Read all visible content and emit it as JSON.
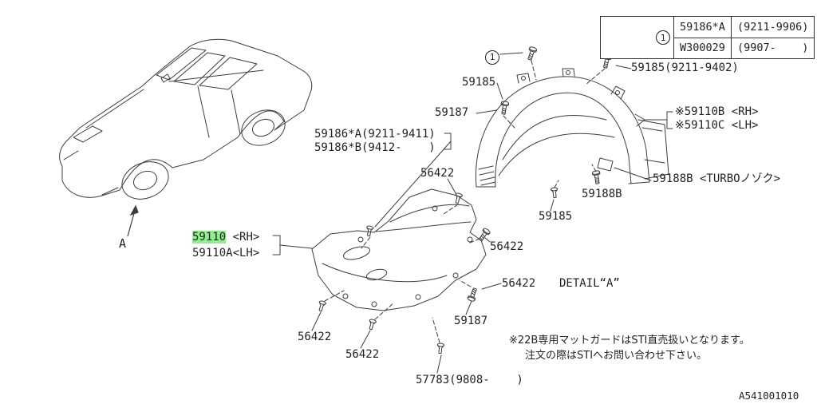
{
  "doc": {
    "number": "A541001010"
  },
  "ref_table": {
    "ref": "1",
    "rows": [
      {
        "part": "59186*A",
        "period": "(9211-9906)"
      },
      {
        "part": "W300029",
        "period": "(9907-    )"
      }
    ]
  },
  "callout": {
    "number": "1"
  },
  "view_marker": {
    "label": "A"
  },
  "labels": {
    "p59185_top_right": "59185(9211-9402)",
    "p59185_upper": "59185",
    "p59187_upper": "59187",
    "p59110b_rh": "※59110B <RH>",
    "p59110c_lh": "※59110C <LH>",
    "p59186a": "59186*A(9211-9411)",
    "p59186b": "59186*B(9412-    )",
    "p56422_a": "56422",
    "p59188b_turbo": "59188B <TURBOノゾク>",
    "p59188b": "59188B",
    "p59185_mid": "59185",
    "p56422_b": "56422",
    "p59110_part": "59110",
    "p59110_suffix": " <RH>",
    "p59110a_lh": "59110A<LH>",
    "p56422_c": "56422",
    "detail_a": "DETAIL“A”",
    "p59187_lower": "59187",
    "p56422_d": "56422",
    "p56422_e": "56422",
    "p57783": "57783(9808-    )"
  },
  "notes": {
    "line1": "※22B専用マットガードはSTI直売扱いとなります。",
    "line2": "注文の際はSTIへお問い合わせ下さい。"
  },
  "colors": {
    "highlight_green": "#8df08c",
    "line_color": "#3c3c3c",
    "text_color": "#222222"
  }
}
